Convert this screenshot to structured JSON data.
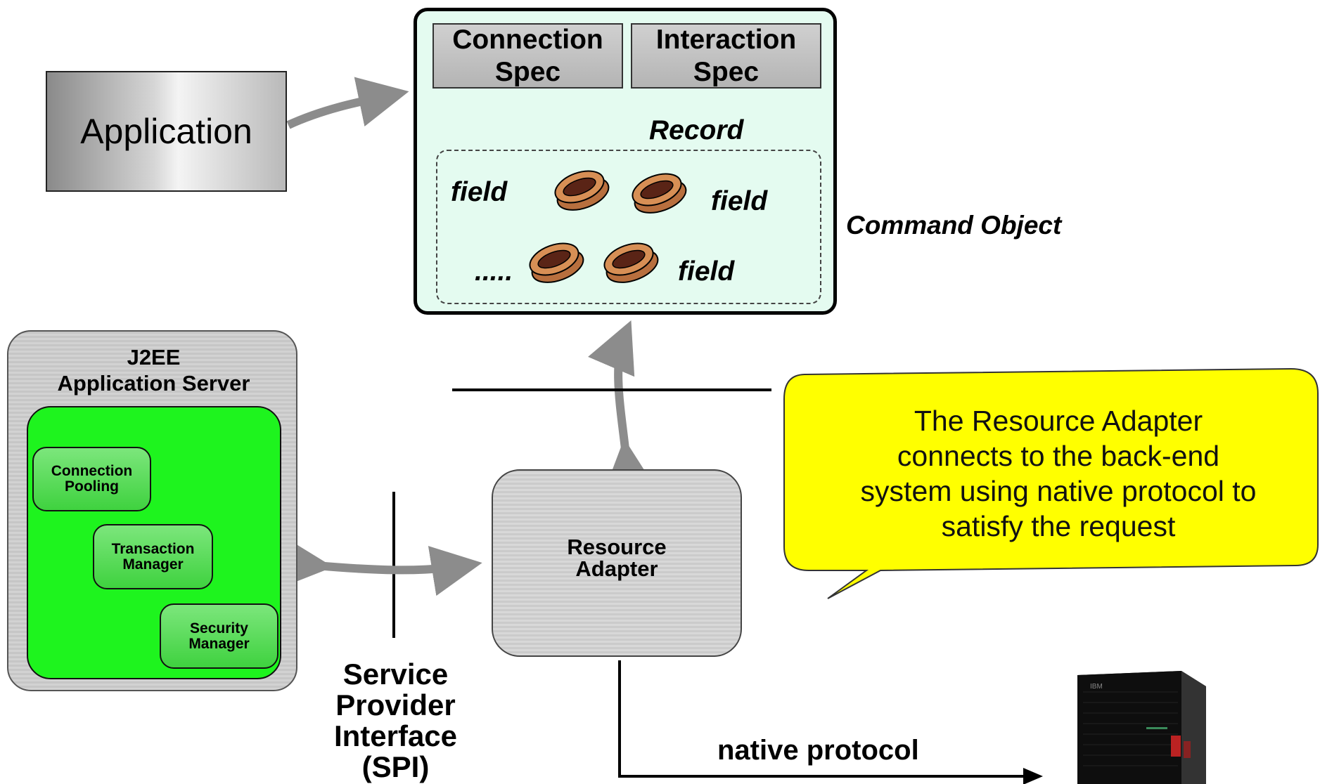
{
  "application": {
    "label": "Application"
  },
  "command_object": {
    "label": "Command Object",
    "connection_spec": "Connection\nSpec",
    "interaction_spec": "Interaction\nSpec",
    "record_title": "Record",
    "fields": [
      "field",
      "field",
      "field"
    ],
    "ellipsis": "....."
  },
  "app_server": {
    "title": "J2EE\nApplication Server",
    "services": [
      "Connection\nPooling",
      "Transaction\nManager",
      "Security\nManager"
    ]
  },
  "resource_adapter": {
    "label": "Resource\nAdapter"
  },
  "spi": {
    "label": "Service\nProvider\nInterface\n(SPI)"
  },
  "native_protocol": {
    "label": "native protocol"
  },
  "callout": {
    "text": "The Resource Adapter\nconnects to the back-end\nsystem using native protocol to\nsatisfy the request"
  },
  "server": {
    "brand": "IBM"
  },
  "colors": {
    "green_area": "#1ef41e",
    "callout_fill": "#ffff00",
    "command_fill": "#e4fbf0",
    "arrow_gray": "#8c8c8c"
  }
}
